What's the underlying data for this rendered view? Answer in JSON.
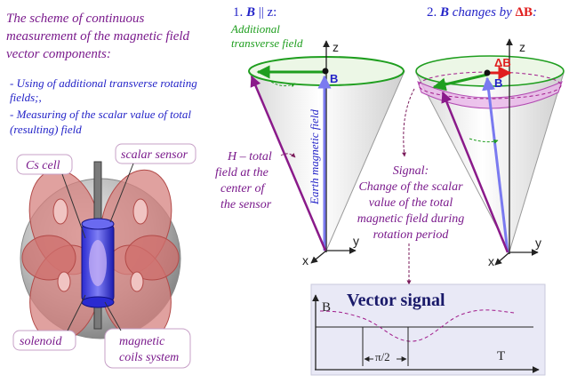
{
  "title_lines": [
    "The scheme of continuous",
    "measurement of the magnetic field",
    "vector components:"
  ],
  "bullet1_lines": [
    "- Using of additional transverse rotating",
    "fields;,"
  ],
  "bullet2_lines": [
    "- Measuring of the scalar value of total",
    "(resulting) field"
  ],
  "sensor_labels": {
    "cs_cell": "Cs cell",
    "scalar_sensor": "scalar sensor",
    "solenoid": "solenoid",
    "coils_lines": [
      "magnetic",
      "coils system"
    ]
  },
  "cone1": {
    "heading_num": "1. ",
    "heading_b": "B",
    "heading_rest": " || z:",
    "additional_lines": [
      "Additional",
      "transverse field"
    ],
    "b_label": "B",
    "earth_label": "Earth magnetic field",
    "h_lines": [
      "H – total",
      "field at the",
      "center of",
      "the sensor"
    ],
    "axis_z": "z",
    "axis_y": "y",
    "axis_x": "x"
  },
  "cone2": {
    "heading_num": "2. ",
    "heading_b": "B",
    "heading_rest": " changes by ",
    "heading_delta": "ΔB",
    "heading_end": ":",
    "delta_label": "ΔB",
    "b_label": "B",
    "axis_z": "z",
    "axis_y": "y",
    "axis_x": "x"
  },
  "signal_lines": [
    "Signal:",
    "Change of the scalar",
    "value of the total",
    "magnetic field during",
    "rotation period"
  ],
  "vector_signal": {
    "title": "Vector signal",
    "axis_b": "B",
    "axis_t": "T",
    "interval_label": "π/2"
  },
  "colors": {
    "title_purple": "#7a1a8c",
    "heading_blue": "#2323c8",
    "green": "#1f9e1f",
    "red": "#e01e1e",
    "b_arrow": "#7a7af0",
    "h_arrow": "#8a1a8a",
    "panel_bg": "#e9e9f6"
  }
}
